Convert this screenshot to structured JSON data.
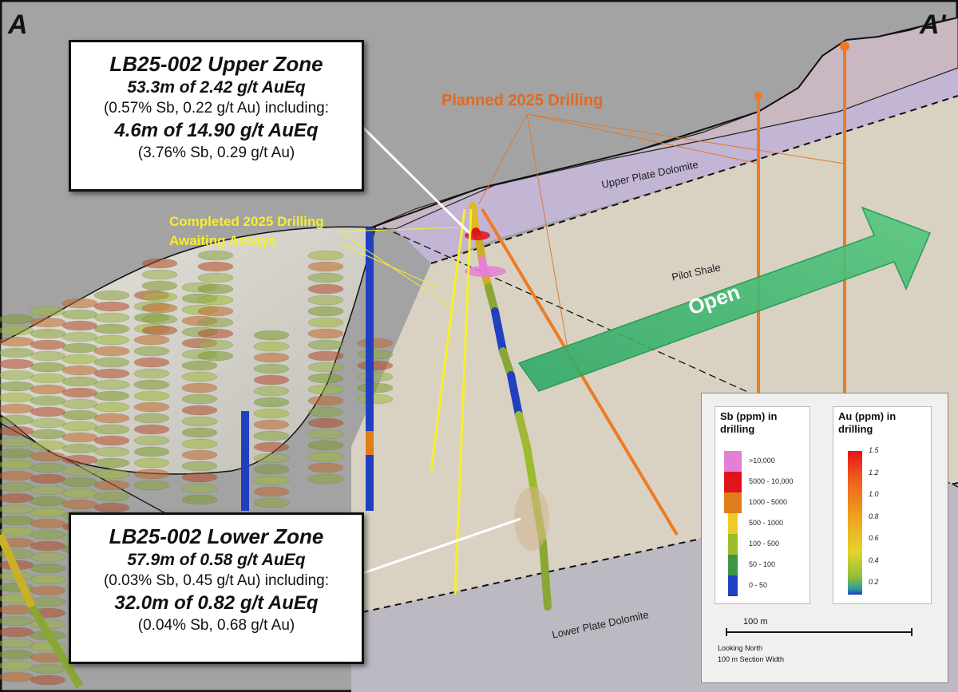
{
  "section_labels": {
    "start": "A",
    "end": "A'"
  },
  "upper_zone_callout": {
    "title": "LB25-002 Upper Zone",
    "interval": "53.3m of 2.42 g/t AuEq",
    "grades": "(0.57% Sb, 0.22 g/t Au) including:",
    "sub_interval": "4.6m of 14.90 g/t AuEq",
    "sub_grades": "(3.76% Sb, 0.29 g/t Au)"
  },
  "lower_zone_callout": {
    "title": "LB25-002 Lower Zone",
    "interval": "57.9m of 0.58 g/t AuEq",
    "grades": "(0.03% Sb, 0.45 g/t Au) including:",
    "sub_interval": "32.0m of 0.82 g/t AuEq",
    "sub_grades": "(0.04% Sb, 0.68 g/t Au)"
  },
  "annotations": {
    "planned": "Planned 2025 Drilling",
    "completed_line1": "Completed 2025 Drilling",
    "completed_line2": "Awaiting Assays",
    "open": "Open"
  },
  "units": {
    "upper_plate": "Upper Plate Dolomite",
    "pilot_shale": "Pilot Shale",
    "lower_plate": "Lower Plate Dolomite"
  },
  "legend": {
    "sb": {
      "title_line1": "Sb (ppm) in",
      "title_line2": "drilling",
      "classes": [
        {
          "label": ">10,000",
          "color": "#e57fd6"
        },
        {
          "label": "5000 - 10,000",
          "color": "#e0141c"
        },
        {
          "label": "1000 - 5000",
          "color": "#e07c1a"
        },
        {
          "label": "500 - 1000",
          "color": "#eecb2a"
        },
        {
          "label": "100 - 500",
          "color": "#9bbd2c"
        },
        {
          "label": "50 - 100",
          "color": "#3f9446"
        },
        {
          "label": "0 - 50",
          "color": "#2040c0"
        }
      ]
    },
    "au": {
      "title_line1": "Au (ppm) in",
      "title_line2": "drilling",
      "ticks": [
        "1.5",
        "1.2",
        "1.0",
        "0.8",
        "0.6",
        "0.4",
        "0.2"
      ]
    },
    "scale_bar": "100 m",
    "note_line1": "Looking North",
    "note_line2": "100 m Section Width"
  },
  "colors": {
    "background": "#a3a3a3",
    "upper_plate": "#c2b6d4",
    "pilot_shale": "#d9d2c3",
    "lower_plate": "#bcb9c3",
    "planned_hole": "#f07a24",
    "completed_hole": "#f7ef2a",
    "open_arrow": "#3bb36a"
  }
}
